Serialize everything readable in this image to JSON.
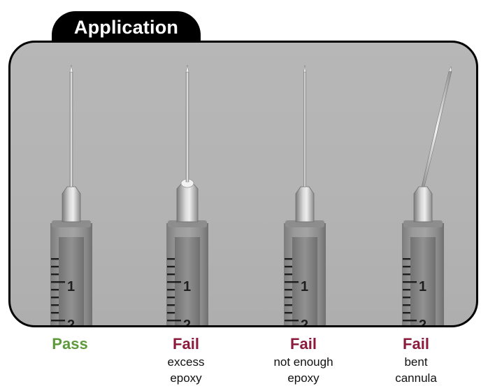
{
  "header": {
    "title": "Application"
  },
  "colors": {
    "pass": "#5e9a3c",
    "fail": "#8b1a3c"
  },
  "syringe_scale_marks": [
    "1",
    "2"
  ],
  "samples": [
    {
      "status": "Pass",
      "result": "pass",
      "desc_line1": "",
      "desc_line2": ""
    },
    {
      "status": "Fail",
      "result": "fail",
      "desc_line1": "excess",
      "desc_line2": "epoxy"
    },
    {
      "status": "Fail",
      "result": "fail",
      "desc_line1": "not enough",
      "desc_line2": "epoxy"
    },
    {
      "status": "Fail",
      "result": "fail",
      "desc_line1": "bent",
      "desc_line2": "cannula"
    }
  ]
}
